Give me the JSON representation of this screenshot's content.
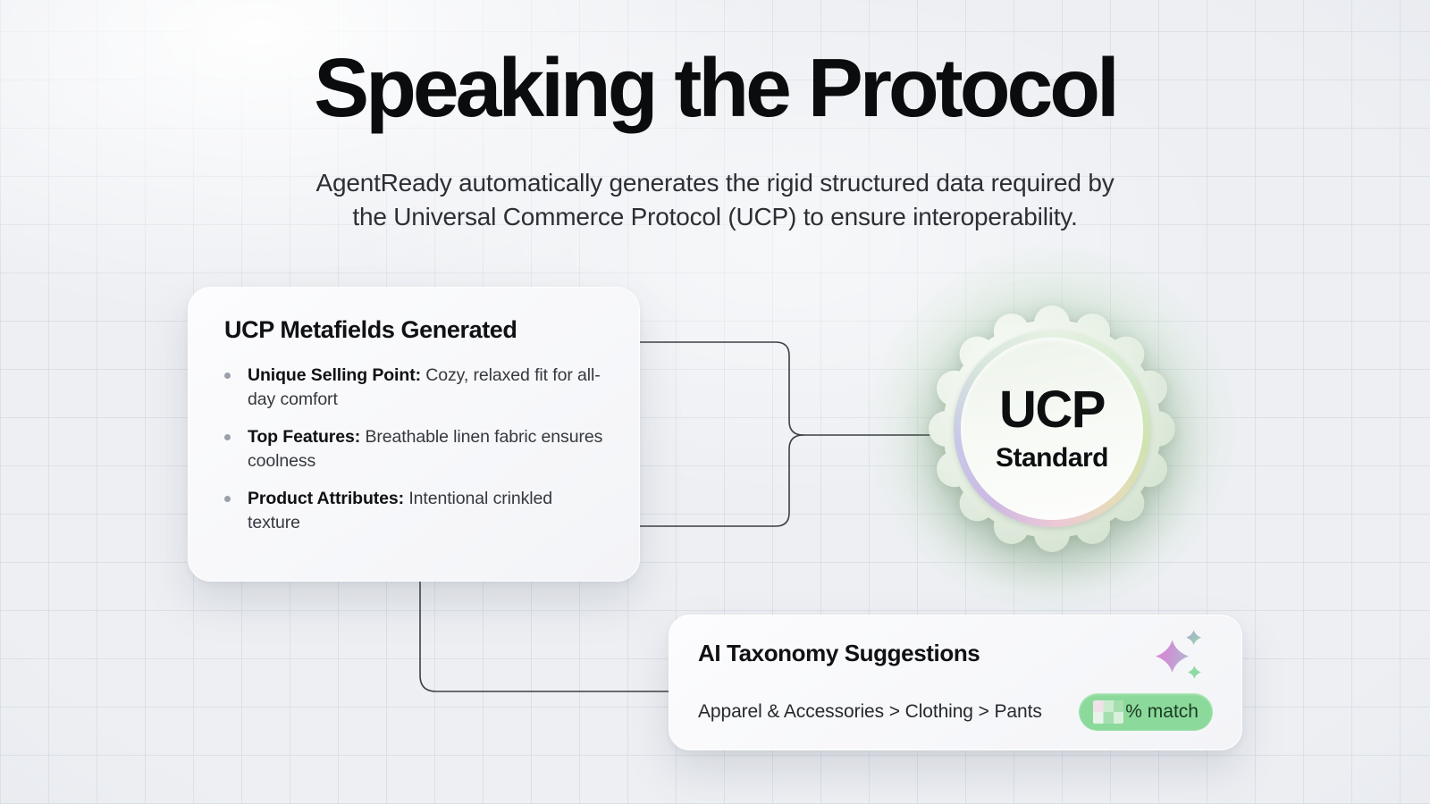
{
  "header": {
    "title": "Speaking the Protocol",
    "subtitle_line1": "AgentReady automatically generates the rigid structured data required by",
    "subtitle_line2": "the Universal Commerce Protocol (UCP) to ensure interoperability."
  },
  "metafields_card": {
    "title": "UCP Metafields Generated",
    "items": [
      {
        "label": "Unique Selling Point:",
        "text": " Cozy, relaxed fit for all-day comfort"
      },
      {
        "label": "Top Features:",
        "text": " Breathable linen fabric ensures coolness"
      },
      {
        "label": "Product Attributes:",
        "text": " Intentional crinkled texture"
      }
    ]
  },
  "badge": {
    "line1": "UCP",
    "line2": "Standard"
  },
  "taxonomy_card": {
    "title": "AI Taxonomy Suggestions",
    "icon": "sparkles-icon",
    "breadcrumb": "Apparel & Accessories > Clothing > Pants",
    "match_badge": {
      "value_redacted": true,
      "suffix": "% match"
    }
  },
  "colors": {
    "match_pill_bg": "#8cda9b",
    "match_pill_text": "#1c3a24",
    "connector": "#3c3f43",
    "badge_glow": "#b2dbb0",
    "sparkle_purple": "#cf8fd4",
    "sparkle_green": "#8fd9a4",
    "background": "#edeff3"
  }
}
